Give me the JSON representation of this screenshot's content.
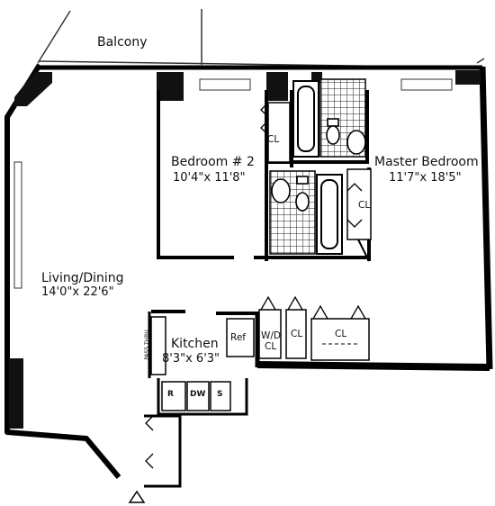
{
  "plan": {
    "balcony": "Balcony",
    "living": {
      "name": "Living/Dining",
      "size": "14'0\"x 22'6\""
    },
    "bedroom2": {
      "name": "Bedroom # 2",
      "size": "10'4\"x 11'8\""
    },
    "master": {
      "name": "Master Bedroom",
      "size": "11'7\"x 18'5\""
    },
    "kitchen": {
      "name": "Kitchen",
      "size": "8'3\"x 6'3\""
    },
    "ref": "Ref",
    "wd": "W/D",
    "wd_cl": "CL",
    "cl_labels": [
      "CL",
      "CL",
      "CL",
      "CL"
    ],
    "appliances": {
      "range": "R",
      "dishwasher": "DW",
      "sink": "S",
      "shelves": "PASS THRU"
    }
  }
}
